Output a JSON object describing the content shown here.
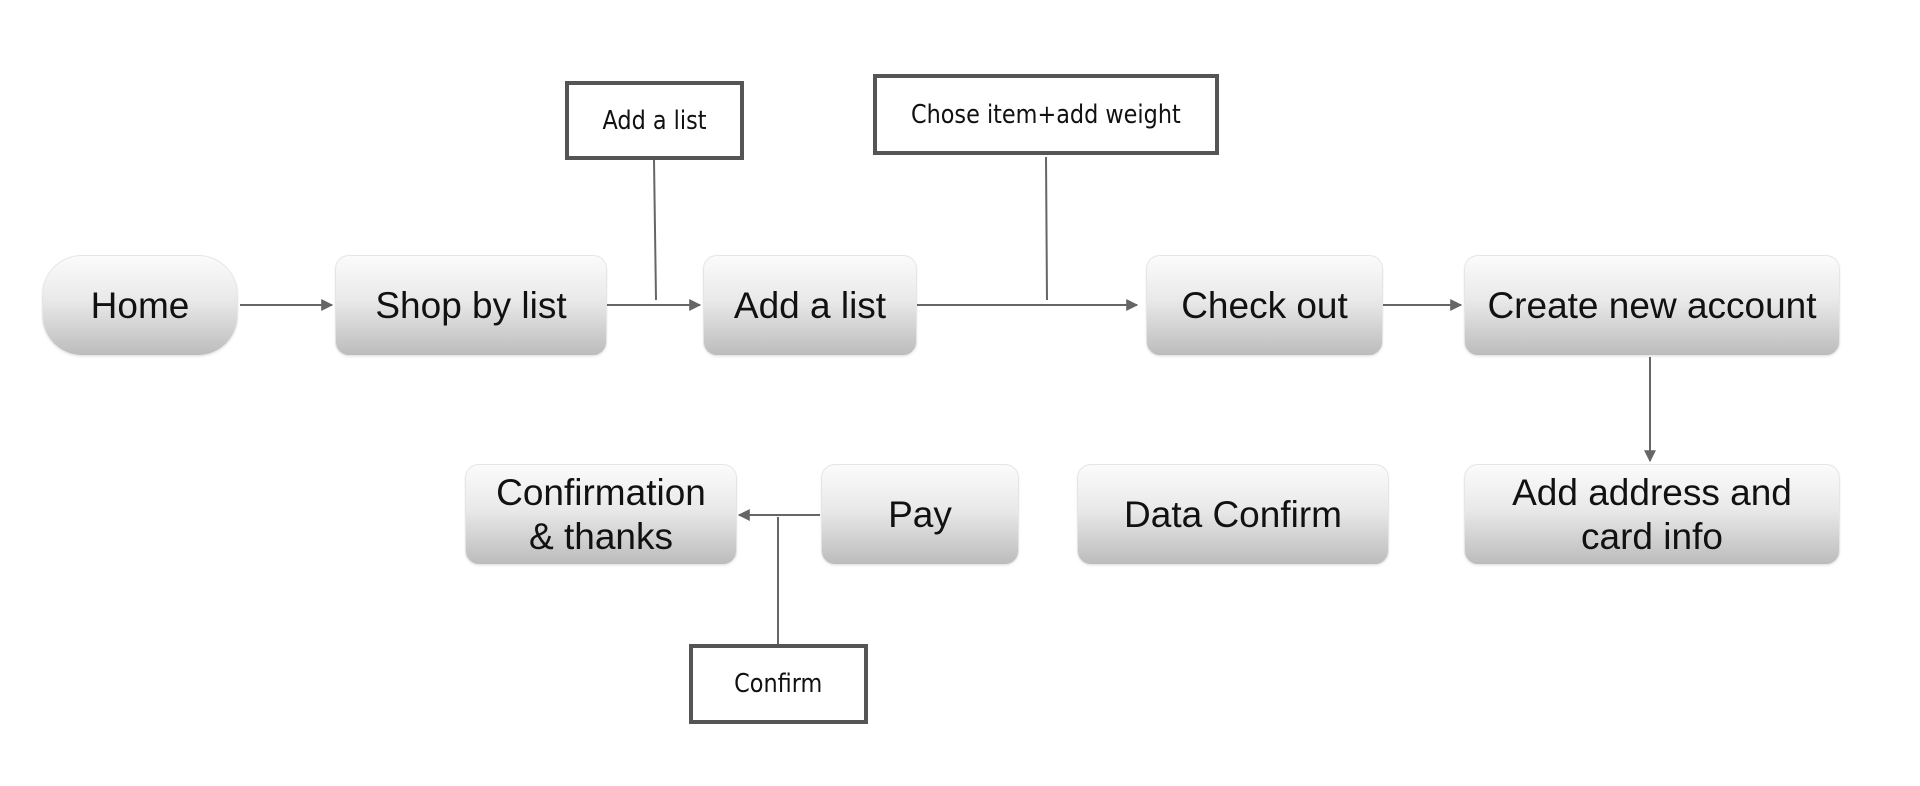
{
  "colors": {
    "connector": "#666666",
    "note_border": "#555555",
    "node_gradient_top": "#fbfbfb",
    "node_gradient_bottom": "#bcbcbc",
    "text": "#111111"
  },
  "nodes": {
    "home": {
      "label": "Home"
    },
    "shop_by_list": {
      "label": "Shop by list"
    },
    "add_a_list": {
      "label": "Add a list"
    },
    "check_out": {
      "label": "Check out"
    },
    "create_new_account": {
      "label": "Create new account"
    },
    "add_address_card": {
      "label": "Add address and\ncard info"
    },
    "data_confirm": {
      "label": "Data Confirm"
    },
    "pay": {
      "label": "Pay"
    },
    "confirmation_thanks": {
      "label": "Confirmation\n& thanks"
    }
  },
  "notes": {
    "add_a_list": {
      "label": "Add a list"
    },
    "chose_item": {
      "label": "Chose item+add weight"
    },
    "confirm": {
      "label": "Confirm"
    }
  },
  "edges": [
    {
      "from": "Home",
      "to": "Shop by list"
    },
    {
      "from": "Shop by list",
      "to": "Add a list"
    },
    {
      "from": "Add a list",
      "to": "Check out"
    },
    {
      "from": "Check out",
      "to": "Create new account"
    },
    {
      "from": "Create new account",
      "to": "Add address and card info"
    },
    {
      "from": "Pay",
      "to": "Confirmation & thanks"
    }
  ]
}
